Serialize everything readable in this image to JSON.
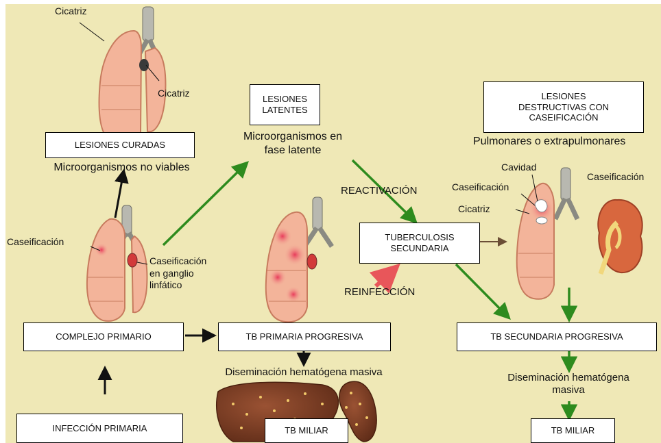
{
  "colors": {
    "background": "#efe8b6",
    "arrow_green": "#2e8b1e",
    "arrow_red": "#e8565a",
    "arrow_black": "#111111",
    "arrow_brown": "#6b4e36",
    "lung": "#f3b49a",
    "liver": "#7a3d24",
    "kidney": "#d8673e"
  },
  "boxes": {
    "lesiones_curadas": "LESIONES CURADAS",
    "lesiones_latentes": "LESIONES\nLATENTES",
    "lesiones_destructivas": "LESIONES\nDESTRUCTIVAS CON\nCASEIFICACIÓN",
    "tuberculosis_secundaria": "TUBERCULOSIS\nSECUNDARIA",
    "complejo_primario": "COMPLEJO PRIMARIO",
    "tb_primaria_progresiva": "TB PRIMARIA PROGRESIVA",
    "tb_secundaria_progresiva": "TB SECUNDARIA PROGRESIVA",
    "infeccion_primaria": "INFECCIÓN PRIMARIA",
    "tb_miliar_1": "TB MILIAR",
    "tb_miliar_2": "TB MILIAR"
  },
  "captions": {
    "no_viables": "Microorganismos no viables",
    "fase_latente": "Microorganismos en\nfase latente",
    "pulmonares": "Pulmonares o extrapulmonares",
    "reactivacion": "REACTIVACIÓN",
    "reinfeccion": "REINFECCIÓN",
    "diseminacion_1": "Diseminación hematógena masiva",
    "diseminacion_2": "Diseminación hematógena\nmasiva"
  },
  "labels": {
    "cicatriz_1": "Cicatriz",
    "cicatriz_2": "Cicatriz",
    "caseificacion_1": "Caseificación",
    "caseificacion_ganglio": "Caseificación\nen ganglio\nlinfático",
    "cavidad": "Cavidad",
    "caseificacion_2": "Caseificación",
    "cicatriz_3": "Cicatriz",
    "caseificacion_3": "Caseificación"
  },
  "icons": [
    "lung-icon",
    "trachea-icon",
    "liver-icon",
    "spleen-icon",
    "kidney-icon"
  ]
}
